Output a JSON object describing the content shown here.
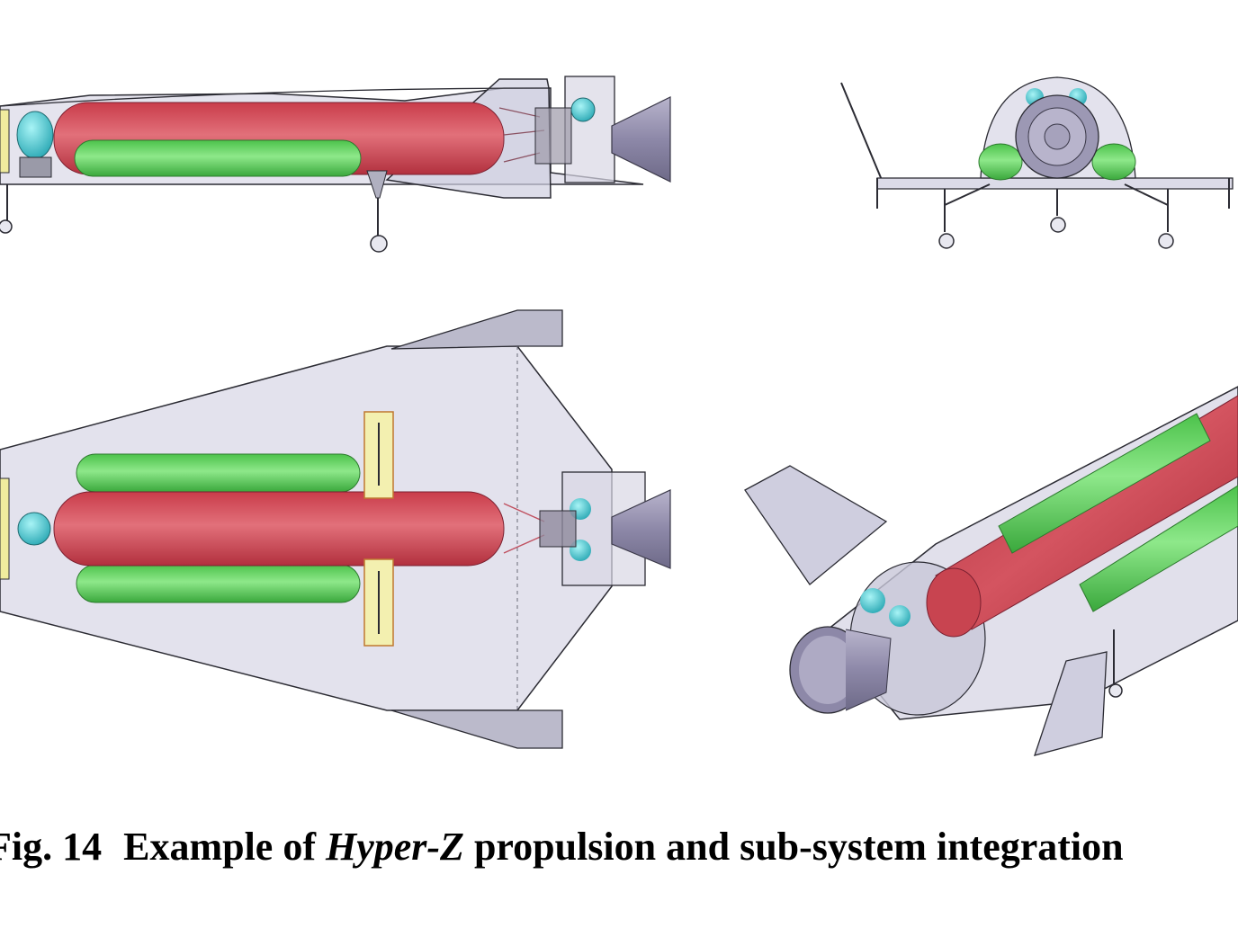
{
  "caption": {
    "label": "Fig. 14",
    "text_before": "Example of",
    "vehicle_name": "Hyper-Z",
    "text_after": "propulsion and sub-system integration"
  },
  "colors": {
    "hull_fill": "#dcdbe8",
    "hull_stroke": "#2b2b33",
    "oxidizer_tank": "#e0646e",
    "fuel_tank": "#6fd86c",
    "pressurant_sphere": "#46c8d0",
    "landing_gear_box": "#f3f0b0",
    "nozzle": "#9c98b4"
  }
}
